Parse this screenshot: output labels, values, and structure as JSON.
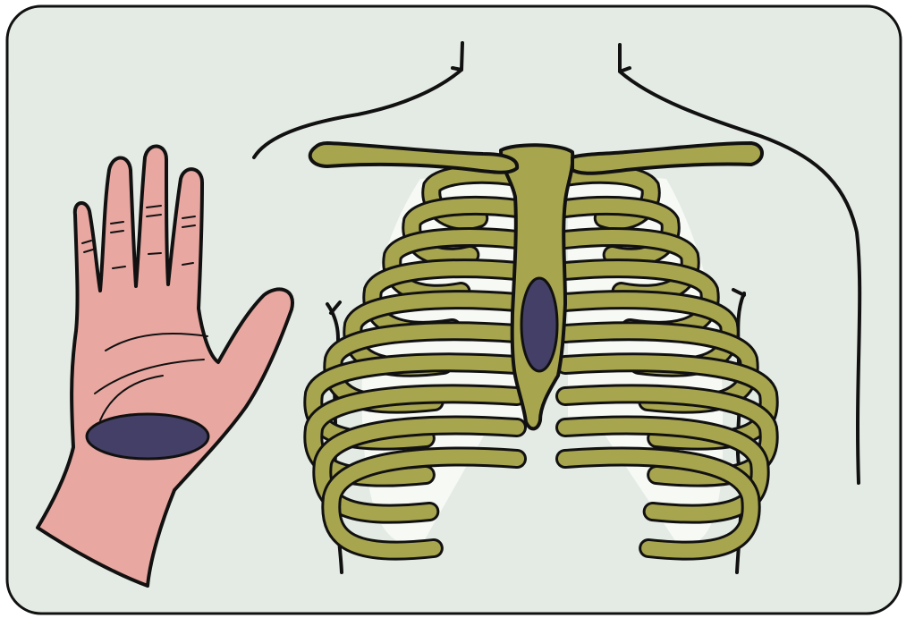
{
  "colors": {
    "panel_background": "#e4ebe4",
    "outline": "#111111",
    "skin": "#e8a7a0",
    "bone": "#a8a54f",
    "rib_gap": "#f7f9f5",
    "pressure_area": "#433f66"
  },
  "figures": [
    {
      "name": "palm-of-hand",
      "marker": "heel-of-hand-contact-area"
    },
    {
      "name": "chest-with-rib-cage",
      "marker": "lower-half-of-sternum-compression-point"
    }
  ]
}
